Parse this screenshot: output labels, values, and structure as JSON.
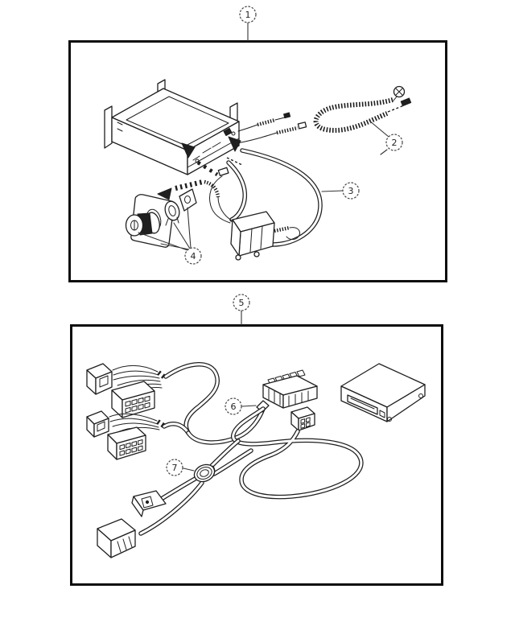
{
  "page": {
    "background": "#ffffff",
    "line_color": "#1f1f1f",
    "panel_border_color": "#0d0d0d",
    "callout_stroke": "#444444"
  },
  "callouts": {
    "c1": "1",
    "c2": "2",
    "c3": "3",
    "c4": "4",
    "c5": "5",
    "c6": "6",
    "c7": "7"
  },
  "panels": [
    {
      "name": "kit-box-1",
      "callout_ref": "1",
      "parts": [
        "radio-head-unit",
        "antenna-cable",
        "wiring-harness-with-inline-module",
        "mounting-bracket-knob-assembly"
      ]
    },
    {
      "name": "kit-box-2",
      "callout_ref": "5",
      "parts": [
        "branch-connector-group",
        "main-harness-connector",
        "pass-through-grommet",
        "control-module"
      ]
    }
  ]
}
